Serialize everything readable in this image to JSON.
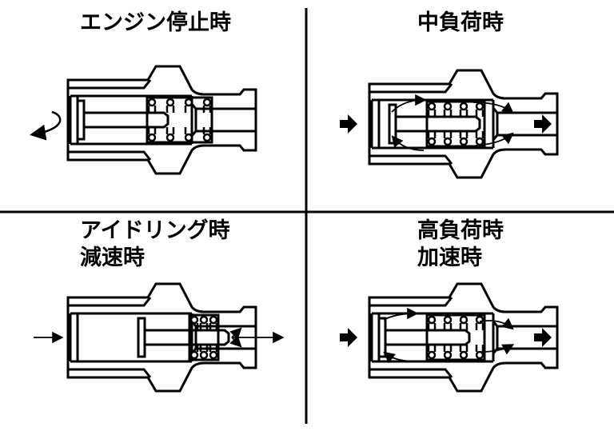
{
  "panels": [
    {
      "title": "エンジン停止時"
    },
    {
      "title": "中負荷時"
    },
    {
      "title": "アイドリング時",
      "subtitle": "減速時"
    },
    {
      "title": "高負荷時",
      "subtitle": "加速時"
    }
  ],
  "colors": {
    "line": "#000000",
    "background": "#ffffff"
  }
}
